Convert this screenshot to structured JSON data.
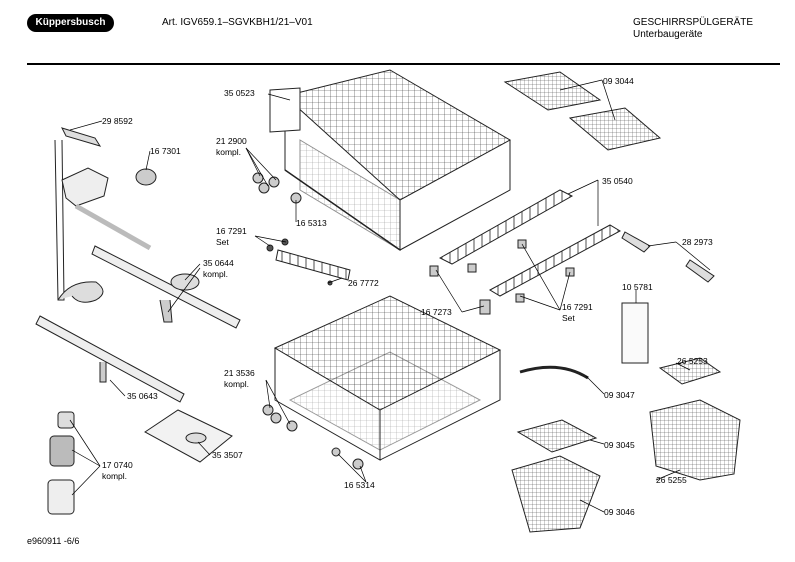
{
  "header": {
    "brand": "Küppersbusch",
    "article": "Art. IGV659.1–SGVKBH1/21–V01",
    "category": "GESCHIRRSPÜLGERÄTE",
    "subcategory": "Unterbaugeräte"
  },
  "parts": [
    {
      "id": "p1",
      "number": "29 8592"
    },
    {
      "id": "p2",
      "number": "16 7301"
    },
    {
      "id": "p3",
      "number": "35 0644",
      "suffix": "kompl."
    },
    {
      "id": "p4",
      "number": "35 0643"
    },
    {
      "id": "p5",
      "number": "35 3507"
    },
    {
      "id": "p6",
      "number": "17 0740",
      "suffix": "kompl."
    },
    {
      "id": "p7",
      "number": "35 0523"
    },
    {
      "id": "p8",
      "number": "21 2900",
      "suffix": "kompl."
    },
    {
      "id": "p9",
      "number": "16 5313"
    },
    {
      "id": "p10",
      "number": "16 7291",
      "suffix": "Set"
    },
    {
      "id": "p11",
      "number": "26 7772"
    },
    {
      "id": "p12",
      "number": "21 3536",
      "suffix": "kompl."
    },
    {
      "id": "p13",
      "number": "16 5314"
    },
    {
      "id": "p14",
      "number": "09 3044"
    },
    {
      "id": "p15",
      "number": "35 0540"
    },
    {
      "id": "p16",
      "number": "28 2973"
    },
    {
      "id": "p17",
      "number": "16 7273"
    },
    {
      "id": "p18",
      "number": "16 7291",
      "suffix": "Set"
    },
    {
      "id": "p19",
      "number": "10 5781"
    },
    {
      "id": "p20",
      "number": "26 5253"
    },
    {
      "id": "p21",
      "number": "09 3047"
    },
    {
      "id": "p22",
      "number": "09 3045"
    },
    {
      "id": "p23",
      "number": "26 5255"
    },
    {
      "id": "p24",
      "number": "09 3046"
    }
  ],
  "footer": {
    "code": "e960911 -6/6"
  }
}
